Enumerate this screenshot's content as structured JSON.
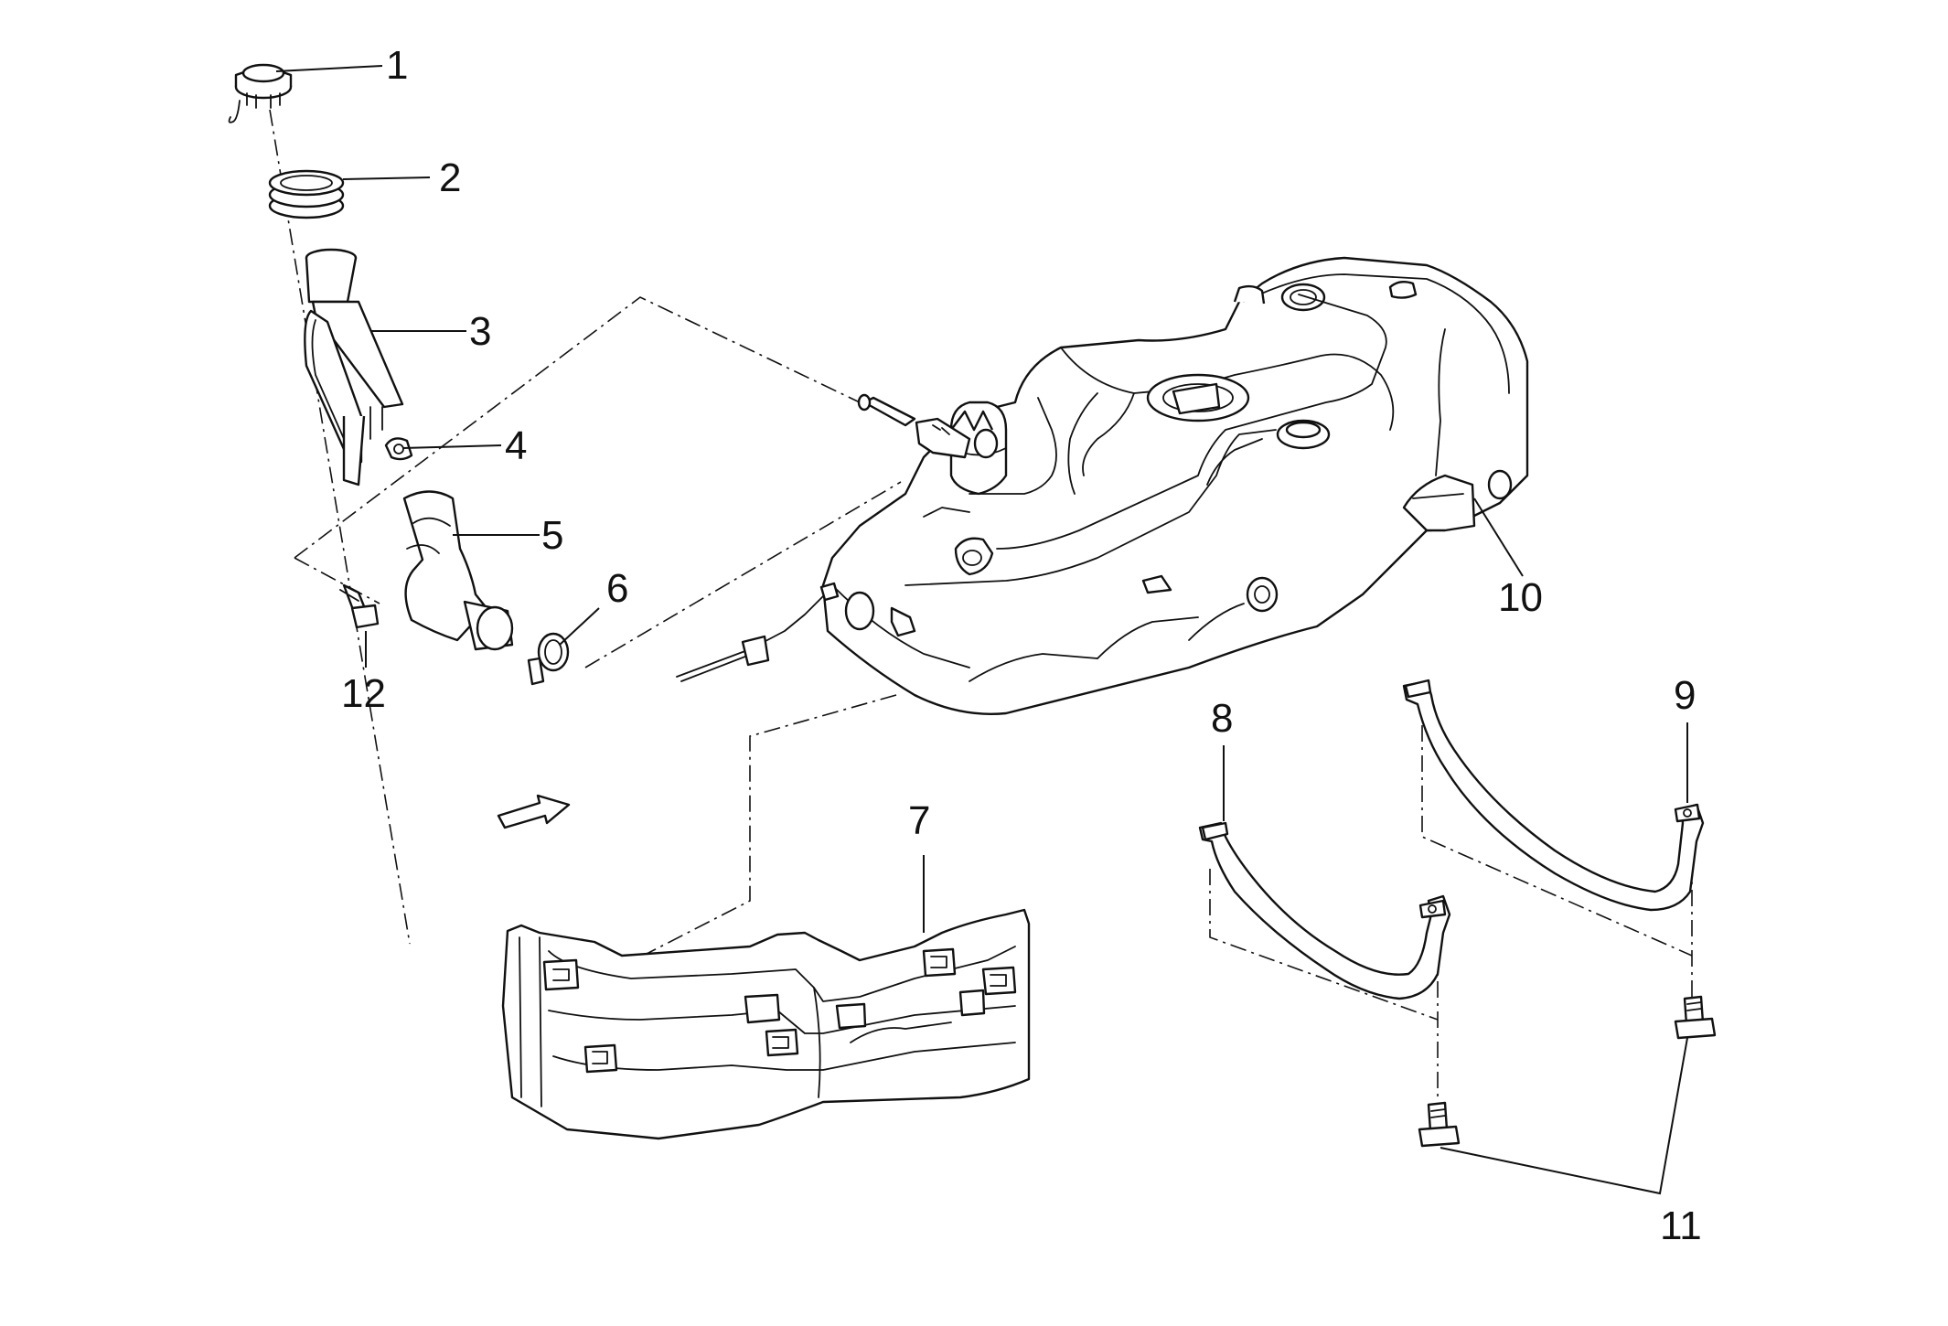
{
  "diagram": {
    "type": "exploded parts diagram",
    "callouts": [
      {
        "id": "c1",
        "label": "1"
      },
      {
        "id": "c2",
        "label": "2"
      },
      {
        "id": "c3",
        "label": "3"
      },
      {
        "id": "c4",
        "label": "4"
      },
      {
        "id": "c5",
        "label": "5"
      },
      {
        "id": "c6",
        "label": "6"
      },
      {
        "id": "c7",
        "label": "7"
      },
      {
        "id": "c8",
        "label": "8"
      },
      {
        "id": "c9",
        "label": "9"
      },
      {
        "id": "c10",
        "label": "10"
      },
      {
        "id": "c11",
        "label": "11"
      },
      {
        "id": "c12",
        "label": "12"
      }
    ],
    "line_color": "#111111",
    "background_color": "#ffffff"
  }
}
